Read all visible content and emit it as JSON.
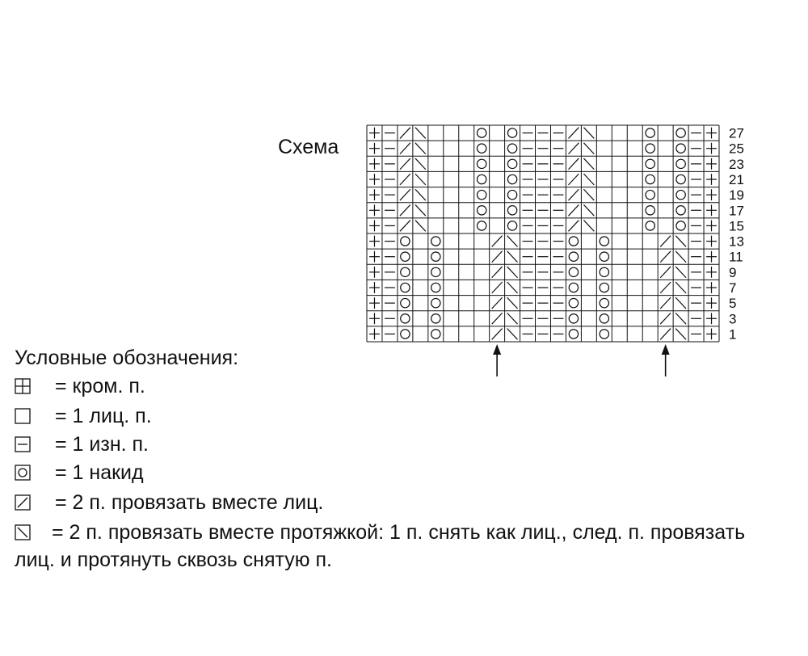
{
  "chart": {
    "title": "Схема",
    "rows": [
      {
        "label": "27",
        "cells": [
          "+",
          "-",
          "/",
          "\\",
          "",
          "",
          "",
          "o",
          "",
          "o",
          "-",
          "-",
          "-",
          "/",
          "\\",
          "",
          "",
          "",
          "o",
          "",
          "o",
          "-",
          "+"
        ]
      },
      {
        "label": "25",
        "cells": [
          "+",
          "-",
          "/",
          "\\",
          "",
          "",
          "",
          "o",
          "",
          "o",
          "-",
          "-",
          "-",
          "/",
          "\\",
          "",
          "",
          "",
          "o",
          "",
          "o",
          "-",
          "+"
        ]
      },
      {
        "label": "23",
        "cells": [
          "+",
          "-",
          "/",
          "\\",
          "",
          "",
          "",
          "o",
          "",
          "o",
          "-",
          "-",
          "-",
          "/",
          "\\",
          "",
          "",
          "",
          "o",
          "",
          "o",
          "-",
          "+"
        ]
      },
      {
        "label": "21",
        "cells": [
          "+",
          "-",
          "/",
          "\\",
          "",
          "",
          "",
          "o",
          "",
          "o",
          "-",
          "-",
          "-",
          "/",
          "\\",
          "",
          "",
          "",
          "o",
          "",
          "o",
          "-",
          "+"
        ]
      },
      {
        "label": "19",
        "cells": [
          "+",
          "-",
          "/",
          "\\",
          "",
          "",
          "",
          "o",
          "",
          "o",
          "-",
          "-",
          "-",
          "/",
          "\\",
          "",
          "",
          "",
          "o",
          "",
          "o",
          "-",
          "+"
        ]
      },
      {
        "label": "17",
        "cells": [
          "+",
          "-",
          "/",
          "\\",
          "",
          "",
          "",
          "o",
          "",
          "o",
          "-",
          "-",
          "-",
          "/",
          "\\",
          "",
          "",
          "",
          "o",
          "",
          "o",
          "-",
          "+"
        ]
      },
      {
        "label": "15",
        "cells": [
          "+",
          "-",
          "/",
          "\\",
          "",
          "",
          "",
          "o",
          "",
          "o",
          "-",
          "-",
          "-",
          "/",
          "\\",
          "",
          "",
          "",
          "o",
          "",
          "o",
          "-",
          "+"
        ]
      },
      {
        "label": "13",
        "cells": [
          "+",
          "-",
          "o",
          "",
          "o",
          "",
          "",
          "",
          "/",
          "\\",
          "-",
          "-",
          "-",
          "o",
          "",
          "o",
          "",
          "",
          "",
          "/",
          "\\",
          "-",
          "+"
        ]
      },
      {
        "label": "11",
        "cells": [
          "+",
          "-",
          "o",
          "",
          "o",
          "",
          "",
          "",
          "/",
          "\\",
          "-",
          "-",
          "-",
          "o",
          "",
          "o",
          "",
          "",
          "",
          "/",
          "\\",
          "-",
          "+"
        ]
      },
      {
        "label": "9",
        "cells": [
          "+",
          "-",
          "o",
          "",
          "o",
          "",
          "",
          "",
          "/",
          "\\",
          "-",
          "-",
          "-",
          "o",
          "",
          "o",
          "",
          "",
          "",
          "/",
          "\\",
          "-",
          "+"
        ]
      },
      {
        "label": "7",
        "cells": [
          "+",
          "-",
          "o",
          "",
          "o",
          "",
          "",
          "",
          "/",
          "\\",
          "-",
          "-",
          "-",
          "o",
          "",
          "o",
          "",
          "",
          "",
          "/",
          "\\",
          "-",
          "+"
        ]
      },
      {
        "label": "5",
        "cells": [
          "+",
          "-",
          "o",
          "",
          "o",
          "",
          "",
          "",
          "/",
          "\\",
          "-",
          "-",
          "-",
          "o",
          "",
          "o",
          "",
          "",
          "",
          "/",
          "\\",
          "-",
          "+"
        ]
      },
      {
        "label": "3",
        "cells": [
          "+",
          "-",
          "o",
          "",
          "o",
          "",
          "",
          "",
          "/",
          "\\",
          "-",
          "-",
          "-",
          "o",
          "",
          "o",
          "",
          "",
          "",
          "/",
          "\\",
          "-",
          "+"
        ]
      },
      {
        "label": "1",
        "cells": [
          "+",
          "-",
          "o",
          "",
          "o",
          "",
          "",
          "",
          "/",
          "\\",
          "-",
          "-",
          "-",
          "o",
          "",
          "o",
          "",
          "",
          "",
          "/",
          "\\",
          "-",
          "+"
        ]
      }
    ],
    "arrow_columns": [
      8,
      19
    ]
  },
  "legend": {
    "title": "Условные обозначения:",
    "items": [
      {
        "symbol": "+",
        "label": "= кром. п."
      },
      {
        "symbol": "",
        "label": "= 1 лиц. п."
      },
      {
        "symbol": "-",
        "label": "= 1 изн. п."
      },
      {
        "symbol": "o",
        "label": "= 1 накид"
      },
      {
        "symbol": "/",
        "label": "= 2 п. провязать вместе лиц."
      },
      {
        "symbol": "\\",
        "label": "= 2 п. провязать вместе протяжкой: 1 п. снять как лиц., след. п. провязать"
      }
    ],
    "continuation": "лиц. и протянуть сквозь снятую п."
  }
}
